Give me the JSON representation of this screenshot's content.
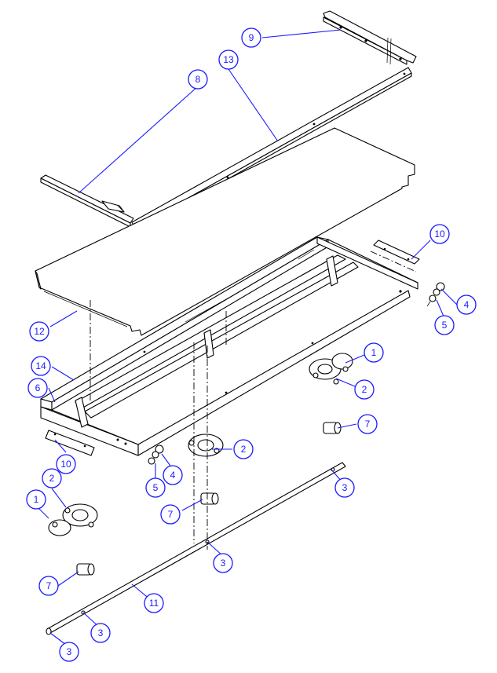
{
  "callouts": [
    {
      "label": "9"
    },
    {
      "label": "13"
    },
    {
      "label": "8"
    },
    {
      "label": "10"
    },
    {
      "label": "4"
    },
    {
      "label": "5"
    },
    {
      "label": "12"
    },
    {
      "label": "1"
    },
    {
      "label": "14"
    },
    {
      "label": "2"
    },
    {
      "label": "6"
    },
    {
      "label": "7"
    },
    {
      "label": "2"
    },
    {
      "label": "10"
    },
    {
      "label": "4"
    },
    {
      "label": "5"
    },
    {
      "label": "3"
    },
    {
      "label": "2"
    },
    {
      "label": "1"
    },
    {
      "label": "7"
    },
    {
      "label": "3"
    },
    {
      "label": "7"
    },
    {
      "label": "11"
    },
    {
      "label": "3"
    },
    {
      "label": "3"
    }
  ]
}
